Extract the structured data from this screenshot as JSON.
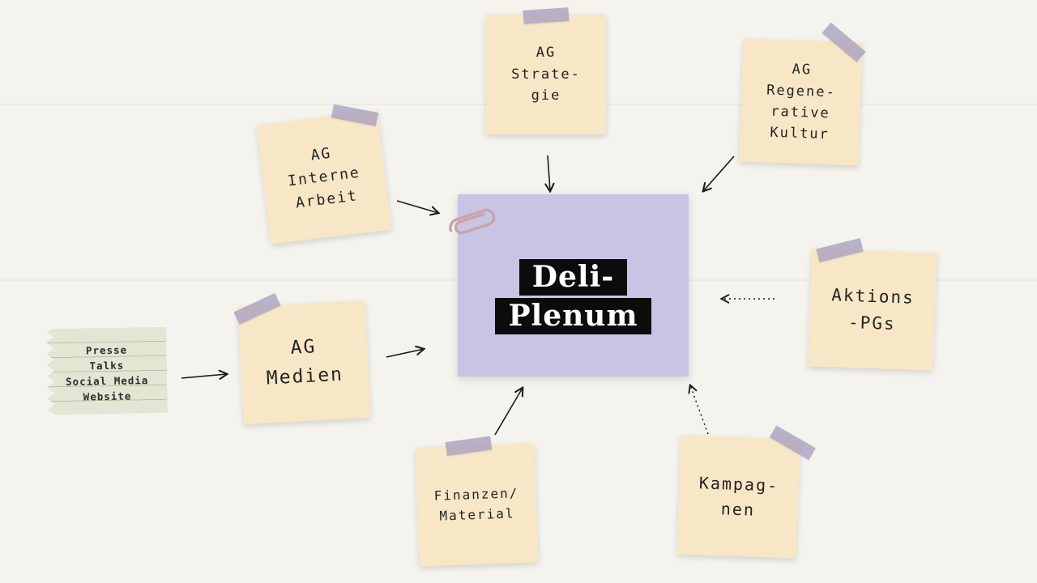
{
  "center": {
    "lines": [
      "Deli-",
      "Plenum"
    ],
    "bg_color": "#c9c3e4",
    "label_bg": "#0c0c0c",
    "label_color": "#ffffff"
  },
  "notes": {
    "strategie": {
      "text": "AG\nStrate-\ngie"
    },
    "regenerative": {
      "text": "AG\nRegene-\nrative\nKultur"
    },
    "interne": {
      "text": "AG\nInterne\nArbeit"
    },
    "medien": {
      "text": "AG\nMedien"
    },
    "aktions": {
      "text": "Aktions\n-PGs"
    },
    "finanzen": {
      "text": "Finanzen/\nMaterial"
    },
    "kampagnen": {
      "text": "Kampag-\nnen"
    }
  },
  "notepad": {
    "text": "Presse\nTalks\nSocial Media\nWebsite"
  },
  "colors": {
    "note_bg": "#f8e7c6",
    "tape": "#a79fbe",
    "notepad_bg": "#e3e6d2",
    "background": "#f5f3ee",
    "arrow": "#1a1a1a"
  },
  "edges": [
    {
      "from": "AG Strategie",
      "to": "Deli-Plenum",
      "style": "solid"
    },
    {
      "from": "AG Regenerative Kultur",
      "to": "Deli-Plenum",
      "style": "solid"
    },
    {
      "from": "AG Interne Arbeit",
      "to": "Deli-Plenum",
      "style": "solid"
    },
    {
      "from": "AG Medien",
      "to": "Deli-Plenum",
      "style": "solid"
    },
    {
      "from": "Presse Talks Social Media Website",
      "to": "AG Medien",
      "style": "solid"
    },
    {
      "from": "Finanzen/Material",
      "to": "Deli-Plenum",
      "style": "solid"
    },
    {
      "from": "Kampagnen",
      "to": "Deli-Plenum",
      "style": "dotted"
    },
    {
      "from": "Aktions-PGs",
      "to": "Deli-Plenum",
      "style": "dotted"
    }
  ]
}
